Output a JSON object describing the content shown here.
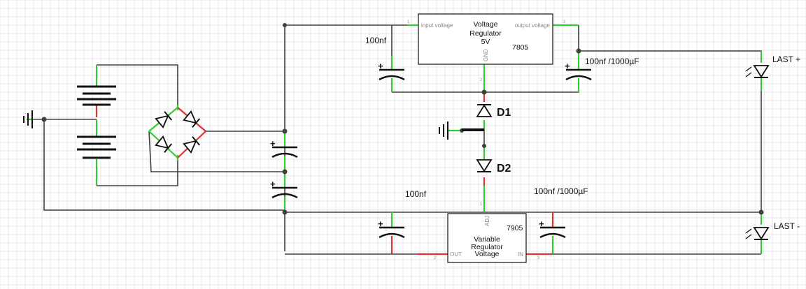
{
  "labels": {
    "cap_top_left": "100nf",
    "cap_top_right": "100nf /1000µF",
    "cap_bot_left": "100nf",
    "cap_bot_right": "100nf /1000µF",
    "last_plus": "LAST +",
    "last_minus": "LAST -",
    "d1": "D1",
    "d2": "D2"
  },
  "reg_top": {
    "line1": "Voltage",
    "line2": "Regulator",
    "line3": "5V",
    "part": "7805",
    "pin_in": "input voltage",
    "pin_out": "output voltage",
    "pin_gnd": "GND",
    "pin1": "1",
    "pin2": "2",
    "pin3": "3"
  },
  "reg_bot": {
    "line1": "Variable",
    "line2": "Regulator",
    "line3": "Voltage",
    "part": "7905",
    "pin_adj": "ADJ",
    "pin_out": "OUT",
    "pin_in": "IN",
    "pin1": "1",
    "pin2": "2",
    "pin3": "3"
  },
  "signs": {
    "plus": "+"
  }
}
